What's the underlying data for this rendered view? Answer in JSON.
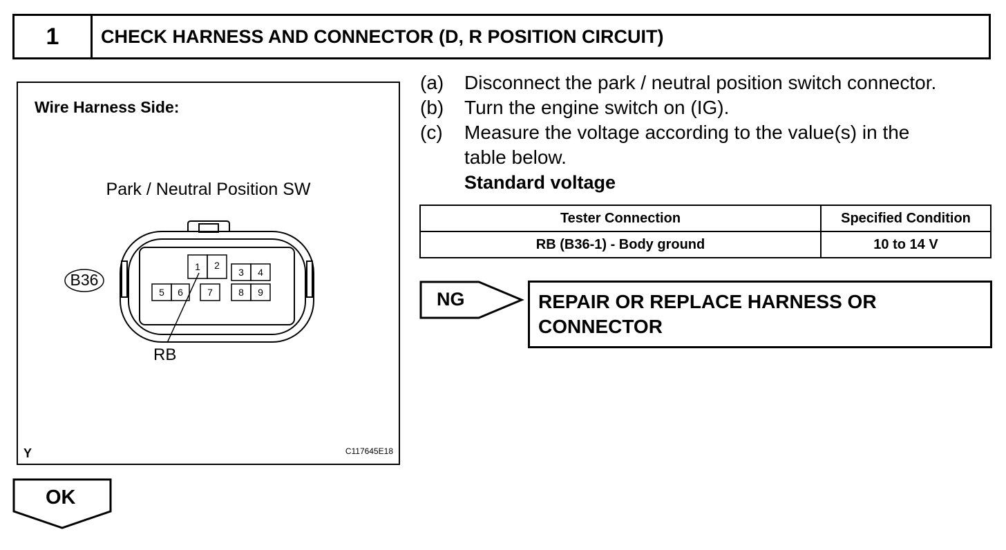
{
  "step": {
    "number": "1",
    "title": "CHECK HARNESS AND CONNECTOR (D, R POSITION CIRCUIT)"
  },
  "figure": {
    "heading": "Wire Harness Side:",
    "caption": "Park / Neutral Position SW",
    "connector_label": "B36",
    "pins": [
      "1",
      "2",
      "3",
      "4",
      "5",
      "6",
      "7",
      "8",
      "9"
    ],
    "wire_label": "RB",
    "orientation": "Y",
    "code": "C117645E18"
  },
  "instructions": [
    {
      "letter": "(a)",
      "text": "Disconnect the park / neutral position switch connector."
    },
    {
      "letter": "(b)",
      "text": "Turn the engine switch on (IG)."
    },
    {
      "letter": "(c)",
      "text": "Measure the voltage according to the value(s) in the table below."
    }
  ],
  "standard_heading": "Standard voltage",
  "table": {
    "headers": [
      "Tester Connection",
      "Specified Condition"
    ],
    "rows": [
      [
        "RB (B36-1) - Body ground",
        "10 to 14 V"
      ]
    ]
  },
  "ng": {
    "label": "NG",
    "result": "REPAIR OR REPLACE HARNESS OR CONNECTOR"
  },
  "ok": {
    "label": "OK"
  }
}
